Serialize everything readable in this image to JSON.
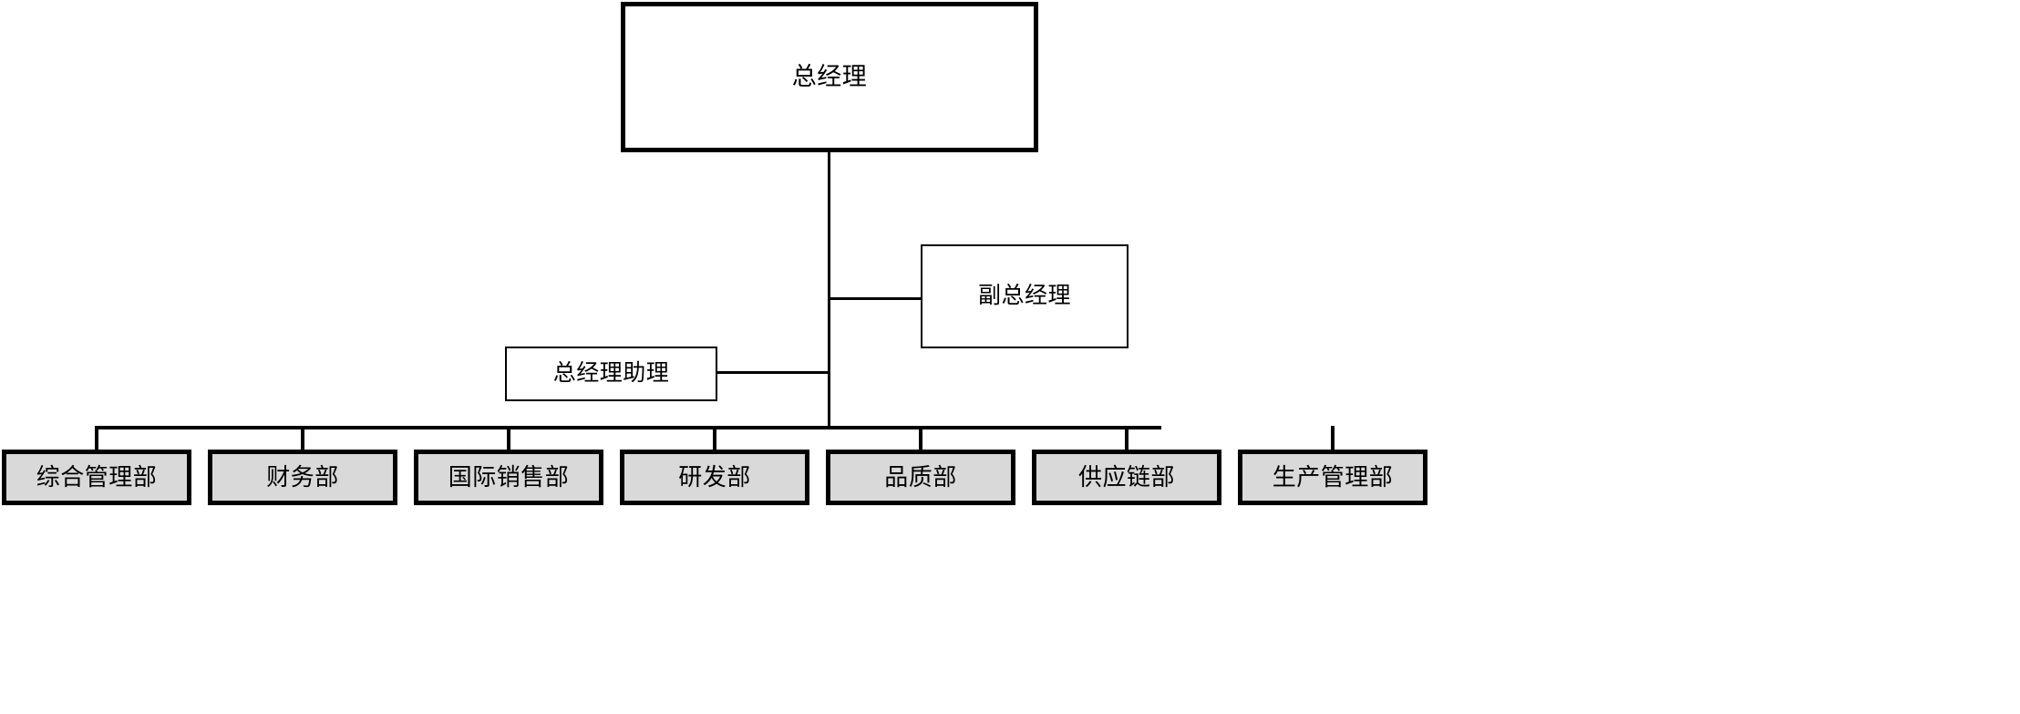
{
  "chart_data": {
    "type": "diagram",
    "subtype": "organization-chart",
    "title": "",
    "orientation": "top-down",
    "colors": {
      "line": "#000000",
      "node_fill_default": "#ffffff",
      "node_fill_department": "#d9d9d9",
      "node_border": "#000000",
      "background": "#ffffff"
    },
    "nodes": [
      {
        "id": "gm",
        "label": "总经理",
        "level": "top",
        "fill": "#ffffff",
        "border": "thick"
      },
      {
        "id": "deputy-gm",
        "label": "副总经理",
        "level": "mid",
        "fill": "#ffffff",
        "border": "thin"
      },
      {
        "id": "gm-asst",
        "label": "总经理助理",
        "level": "mid",
        "fill": "#ffffff",
        "border": "thin"
      },
      {
        "id": "dept-1",
        "label": "综合管理部",
        "level": "dept",
        "fill": "#d9d9d9",
        "border": "thick"
      },
      {
        "id": "dept-2",
        "label": "财务部",
        "level": "dept",
        "fill": "#d9d9d9",
        "border": "thick"
      },
      {
        "id": "dept-3",
        "label": "国际销售部",
        "level": "dept",
        "fill": "#d9d9d9",
        "border": "thick"
      },
      {
        "id": "dept-4",
        "label": "研发部",
        "level": "dept",
        "fill": "#d9d9d9",
        "border": "thick"
      },
      {
        "id": "dept-5",
        "label": "品质部",
        "level": "dept",
        "fill": "#d9d9d9",
        "border": "thick"
      },
      {
        "id": "dept-6",
        "label": "供应链部",
        "level": "dept",
        "fill": "#d9d9d9",
        "border": "thick"
      },
      {
        "id": "dept-7",
        "label": "生产管理部",
        "level": "dept",
        "fill": "#d9d9d9",
        "border": "thick"
      }
    ],
    "edges": [
      {
        "from": "gm",
        "to": "deputy-gm",
        "style": "orthogonal-side"
      },
      {
        "from": "gm",
        "to": "gm-asst",
        "style": "orthogonal-side"
      },
      {
        "from": "gm",
        "to": "dept-1",
        "style": "orthogonal-bus"
      },
      {
        "from": "gm",
        "to": "dept-2",
        "style": "orthogonal-bus"
      },
      {
        "from": "gm",
        "to": "dept-3",
        "style": "orthogonal-bus"
      },
      {
        "from": "gm",
        "to": "dept-4",
        "style": "orthogonal-bus"
      },
      {
        "from": "gm",
        "to": "dept-5",
        "style": "orthogonal-bus"
      },
      {
        "from": "gm",
        "to": "dept-6",
        "style": "orthogonal-bus"
      },
      {
        "from": "gm",
        "to": "dept-7",
        "style": "orthogonal-bus"
      }
    ]
  },
  "chart": {
    "top": {
      "gm": {
        "label": "总经理"
      }
    },
    "staff": {
      "deputy_gm": {
        "label": "副总经理"
      },
      "gm_assistant": {
        "label": "总经理助理"
      }
    },
    "departments": [
      {
        "label": "综合管理部"
      },
      {
        "label": "财务部"
      },
      {
        "label": "国际销售部"
      },
      {
        "label": "研发部"
      },
      {
        "label": "品质部"
      },
      {
        "label": "供应链部"
      },
      {
        "label": "生产管理部"
      }
    ]
  }
}
